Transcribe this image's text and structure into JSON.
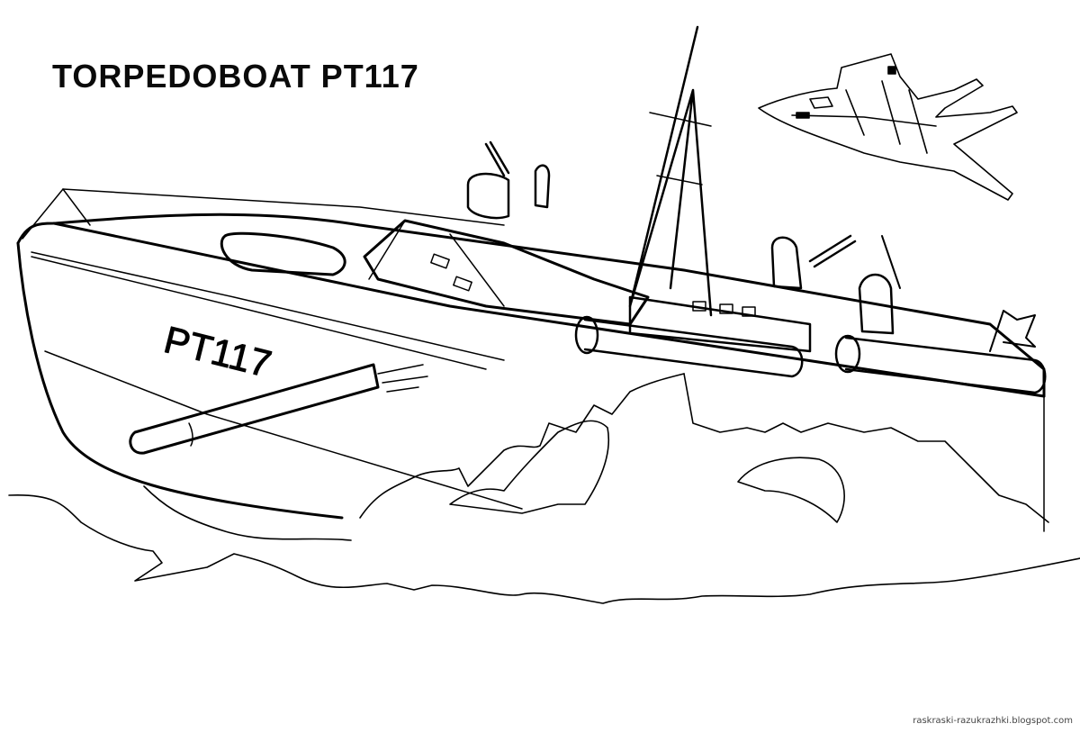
{
  "title": "TORPEDOBOAT PT117",
  "hull_marking": "PT117",
  "credit": "raskraski-razukrazhki.blogspot.com",
  "illustration": {
    "subject": "torpedo boat with launched torpedo, jet aircraft and waves",
    "style": "black line-art coloring page",
    "line_color": "#000000",
    "background_color": "#ffffff"
  }
}
